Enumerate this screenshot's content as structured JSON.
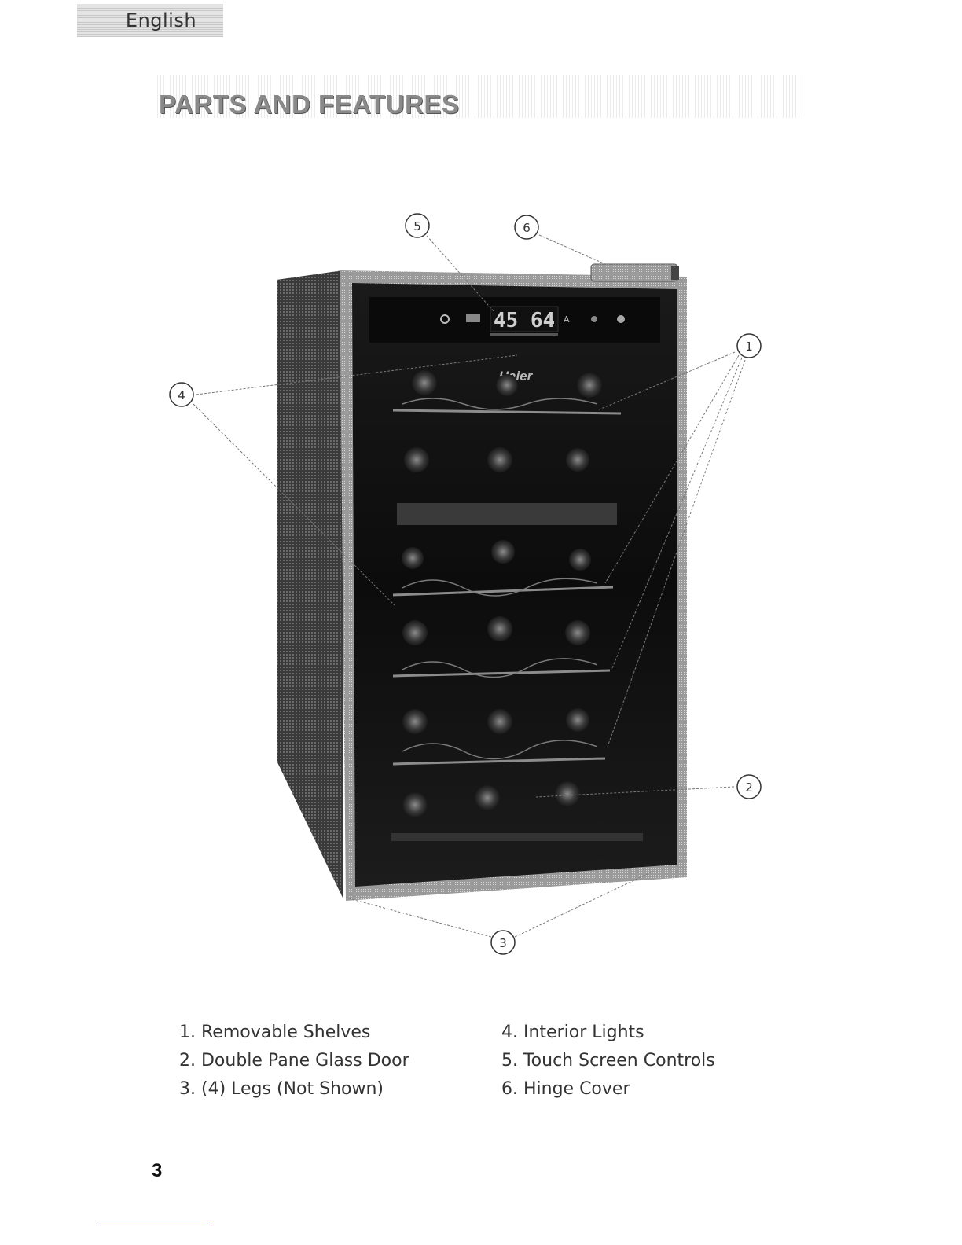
{
  "language_tab": "English",
  "title": "PARTS AND FEATURES",
  "figure": {
    "display_value": "45 64",
    "brand": "Haier",
    "callouts": [
      "1",
      "2",
      "3",
      "4",
      "5",
      "6"
    ]
  },
  "parts": [
    {
      "label": "1. Removable Shelves"
    },
    {
      "label": "2. Double Pane Glass Door"
    },
    {
      "label": "3. (4) Legs (Not Shown)"
    },
    {
      "label": "4. Interior Lights"
    },
    {
      "label": "5. Touch Screen Controls"
    },
    {
      "label": "6. Hinge Cover"
    }
  ],
  "page_number": "3"
}
